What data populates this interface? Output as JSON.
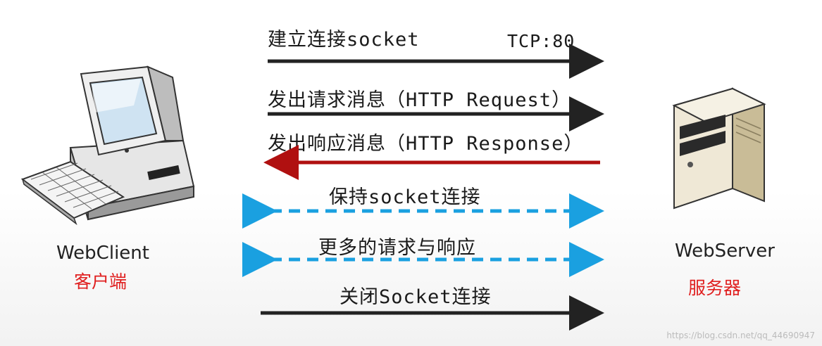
{
  "client": {
    "name": "WebClient",
    "subtitle": "客户端"
  },
  "server": {
    "name": "WebServer",
    "subtitle": "服务器"
  },
  "messages": [
    {
      "label": "建立连接socket",
      "note": "TCP:80",
      "direction": "to-server",
      "style": "solid",
      "color": "#222222"
    },
    {
      "label": "发出请求消息（HTTP Request）",
      "direction": "to-server",
      "style": "solid",
      "color": "#222222"
    },
    {
      "label": "发出响应消息（HTTP Response）",
      "direction": "to-client",
      "style": "solid",
      "color": "#b01010"
    },
    {
      "label": "保持socket连接",
      "direction": "both",
      "style": "dashed",
      "color": "#1aa0e0"
    },
    {
      "label": "更多的请求与响应",
      "direction": "both",
      "style": "dashed",
      "color": "#1aa0e0"
    },
    {
      "label": "关闭Socket连接",
      "direction": "to-server",
      "style": "solid",
      "color": "#222222"
    }
  ],
  "watermark": "https://blog.csdn.net/qq_44690947",
  "icons": {
    "client": "desktop-computer-icon",
    "server": "tower-server-icon"
  }
}
